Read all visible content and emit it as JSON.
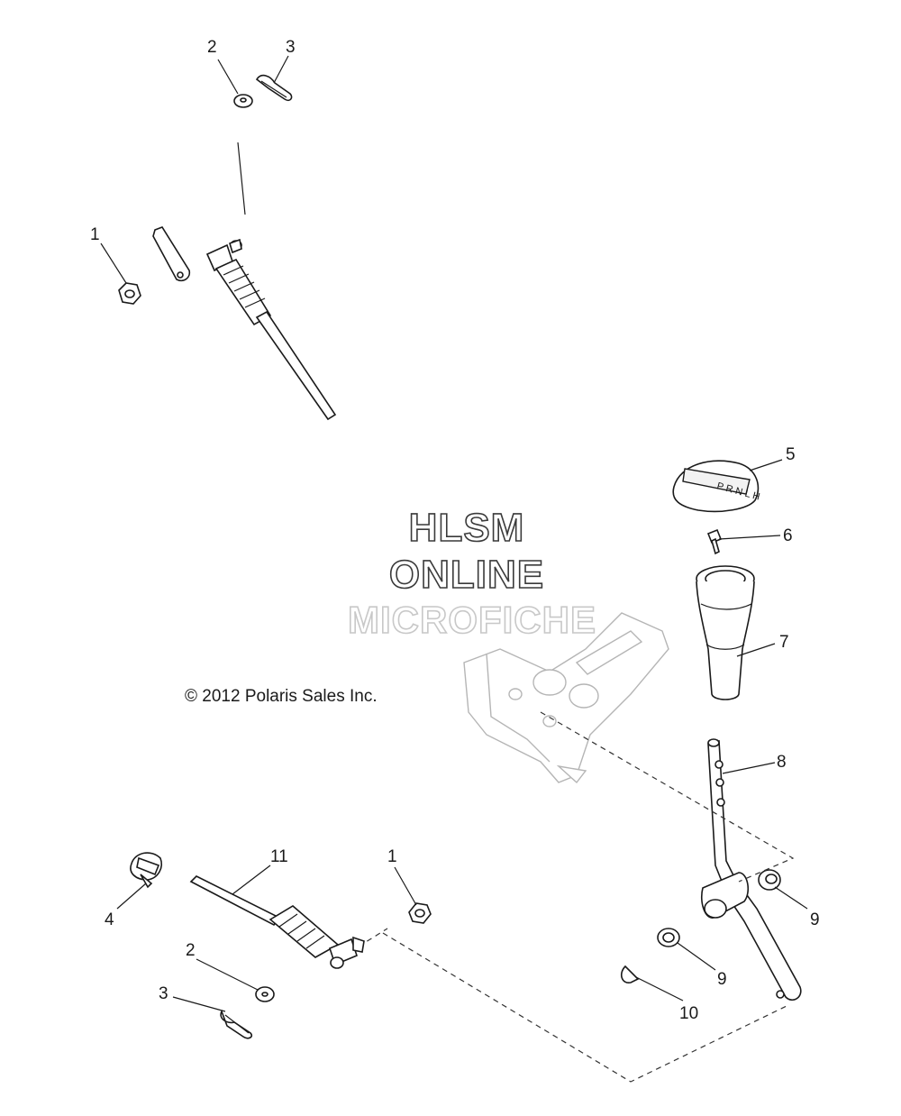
{
  "watermark": {
    "line1": "HLSM",
    "line2": "ONLINE",
    "line3": "MICROFICHE"
  },
  "copyright": "© 2012 Polaris Sales Inc.",
  "callouts": {
    "top_1": "1",
    "top_2": "2",
    "top_3": "3",
    "knob_5": "5",
    "screw_6": "6",
    "boot_7": "7",
    "lever_8": "8",
    "bushing_9a": "9",
    "bushing_9b": "9",
    "clip_10": "10",
    "cable_11": "11",
    "bottom_1": "1",
    "bottom_2": "2",
    "bottom_3": "3",
    "clamp_4": "4"
  }
}
